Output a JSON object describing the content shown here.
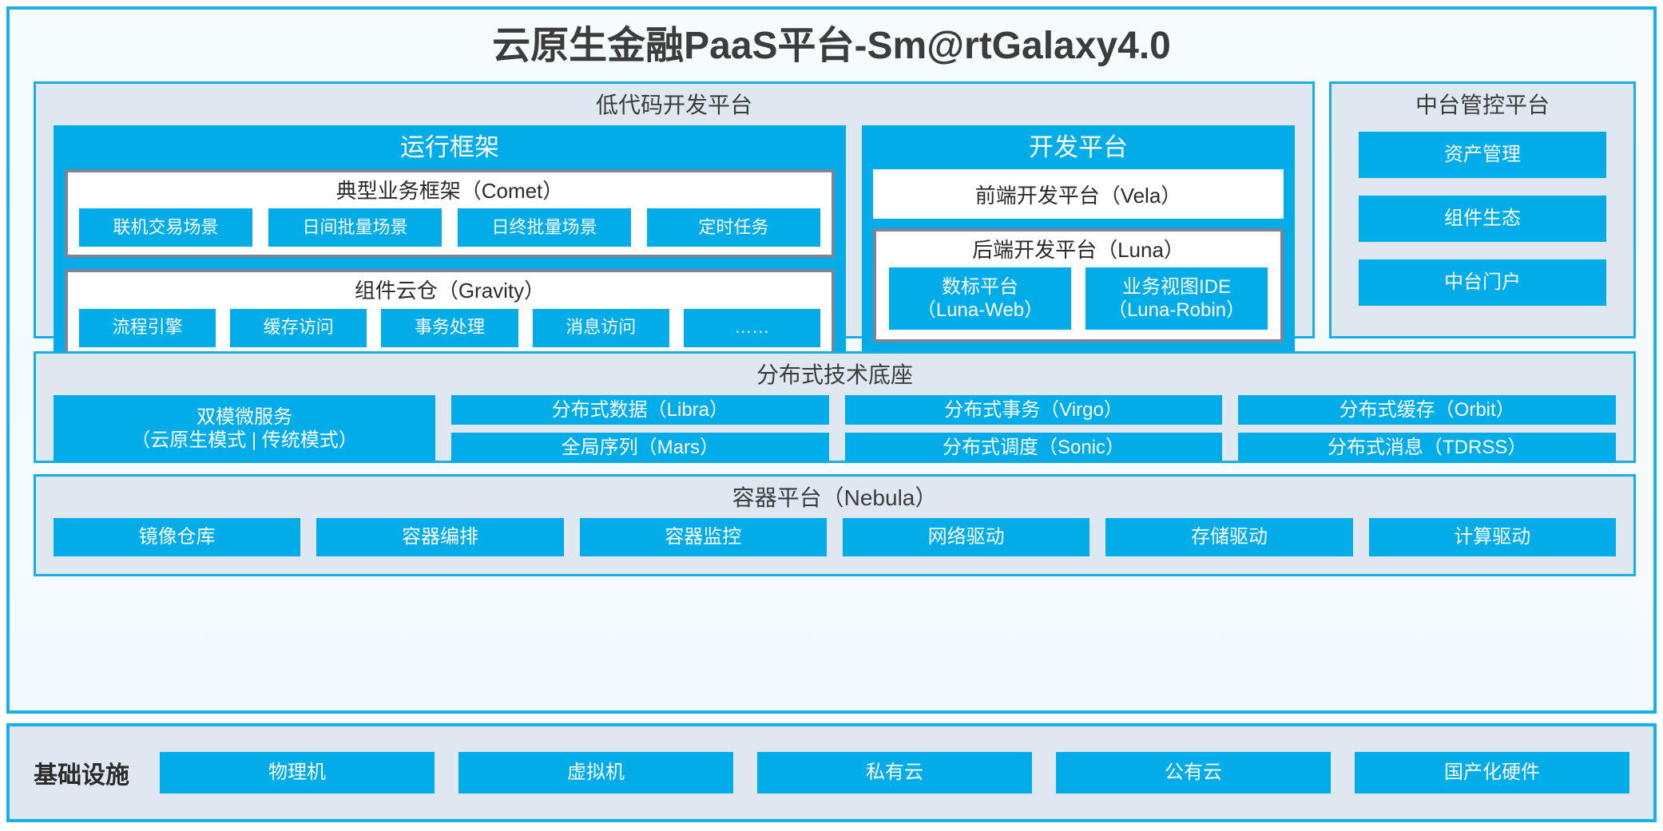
{
  "title": "云原生金融PaaS平台-Sm@rtGalaxy4.0",
  "colors": {
    "accent_blue": "#01ACE9",
    "frame_blue": "#17B0EB",
    "panel_bg": "#DFE7F1",
    "card_border_grey": "#7C8495",
    "text_dark": "#3c3c3c"
  },
  "lowcode": {
    "title": "低代码开发平台",
    "runtime": {
      "title": "运行框架",
      "comet": {
        "title": "典型业务框架（Comet）",
        "items": [
          "联机交易场景",
          "日间批量场景",
          "日终批量场景",
          "定时任务"
        ]
      },
      "gravity": {
        "title": "组件云仓（Gravity）",
        "items": [
          "流程引擎",
          "缓存访问",
          "事务处理",
          "消息访问",
          "……"
        ]
      }
    },
    "devplatform": {
      "title": "开发平台",
      "vela": "前端开发平台（Vela）",
      "luna": {
        "title": "后端开发平台（Luna）",
        "items": [
          {
            "line1": "数标平台",
            "line2": "（Luna-Web）"
          },
          {
            "line1": "业务视图IDE",
            "line2": "（Luna-Robin）"
          }
        ]
      }
    }
  },
  "midoffice": {
    "title": "中台管控平台",
    "items": [
      "资产管理",
      "组件生态",
      "中台门户"
    ]
  },
  "distributed": {
    "title": "分布式技术底座",
    "microservice": {
      "line1": "双模微服务",
      "line2": "（云原生模式 | 传统模式）"
    },
    "columns": [
      [
        "分布式数据（Libra）",
        "全局序列（Mars）"
      ],
      [
        "分布式事务（Virgo）",
        "分布式调度（Sonic）"
      ],
      [
        "分布式缓存（Orbit）",
        "分布式消息（TDRSS）"
      ]
    ]
  },
  "container": {
    "title": "容器平台（Nebula）",
    "items": [
      "镜像仓库",
      "容器编排",
      "容器监控",
      "网络驱动",
      "存储驱动",
      "计算驱动"
    ]
  },
  "infrastructure": {
    "label": "基础设施",
    "items": [
      "物理机",
      "虚拟机",
      "私有云",
      "公有云",
      "国产化硬件"
    ]
  }
}
